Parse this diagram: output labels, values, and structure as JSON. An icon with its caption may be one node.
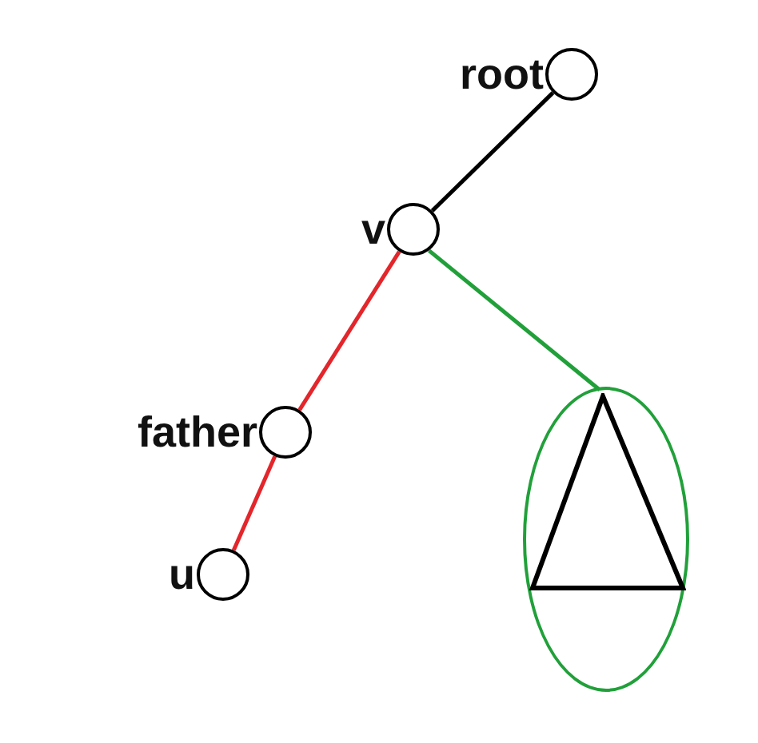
{
  "diagram": {
    "nodes": [
      {
        "text": [
          "root"
        ]
      },
      {
        "text": [
          "v"
        ]
      },
      {
        "text": [
          "father"
        ]
      },
      {
        "text": [
          "u"
        ]
      },
      {
        "text": [],
        "shape": "ellipse"
      },
      {
        "text": [],
        "shape": "triangle",
        "in": 4
      }
    ],
    "edges": [
      {
        "from": 0,
        "to": 1,
        "arrow": "none",
        "color": "#000000"
      },
      {
        "from": 1,
        "to": 2,
        "arrow": "none",
        "color": "#e3262b"
      },
      {
        "from": 2,
        "to": 3,
        "arrow": "none",
        "color": "#e3262b"
      },
      {
        "from": 1,
        "to": 5,
        "arrow": "none",
        "color": "#21a03a"
      }
    ]
  }
}
